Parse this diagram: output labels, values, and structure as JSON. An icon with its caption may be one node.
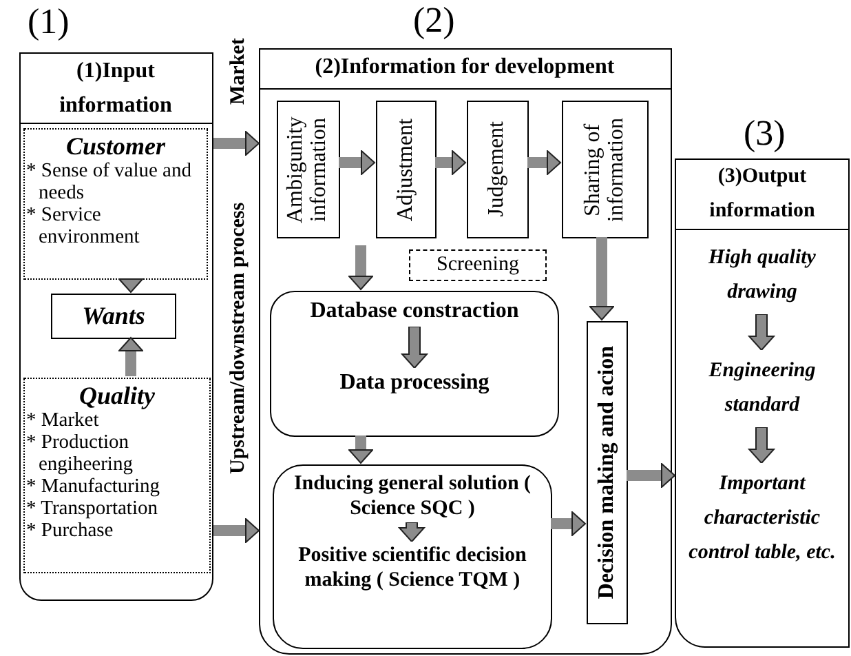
{
  "diagram": {
    "nodes": [
      {
        "text": [
          "(1)Input information"
        ],
        "beside": [
          "(1)"
        ]
      },
      {
        "text": [
          "Customer",
          "* Sense of value and needs",
          "* Service environment"
        ],
        "in": 0
      },
      {
        "text": [
          "Wants"
        ],
        "in": 0
      },
      {
        "text": [
          "Quality",
          "* Market",
          "* Production engiheering",
          "* Manufacturing",
          "* Transportation",
          "* Purchase"
        ],
        "in": 0
      },
      {
        "text": [
          "(2)Information for development"
        ],
        "beside": [
          "(2)"
        ]
      },
      {
        "text": [
          "Ambigunity information"
        ],
        "in": 4
      },
      {
        "text": [
          "Adjustment"
        ],
        "in": 4
      },
      {
        "text": [
          "Judgement"
        ],
        "in": 4
      },
      {
        "text": [
          "Sharing of information"
        ],
        "in": 4
      },
      {
        "text": [
          "Screening"
        ],
        "in": 4
      },
      {
        "text": [
          "Database constraction",
          "Data processing"
        ],
        "in": 4
      },
      {
        "text": [
          "Inducing general solution ( Science SQC )",
          "Positive scientific decision making ( Science TQM )"
        ],
        "in": 4
      },
      {
        "text": [
          "Decision making and acion"
        ],
        "in": 4
      },
      {
        "text": [
          "(3)Output information",
          "High quality drawing",
          "Engineering standard",
          "Important characteristic control table, etc."
        ],
        "beside": [
          "(3)"
        ]
      }
    ],
    "edges": [
      {
        "from": 1,
        "to": 2,
        "arrow": "to"
      },
      {
        "from": 3,
        "to": 2,
        "arrow": "to"
      },
      {
        "from": 0,
        "to": 4,
        "arrow": "to",
        "label": "Market"
      },
      {
        "from": 0,
        "to": 4,
        "arrow": "to",
        "label": "Upstream/downstream process"
      },
      {
        "from": 5,
        "to": 6,
        "arrow": "to"
      },
      {
        "from": 6,
        "to": 7,
        "arrow": "to"
      },
      {
        "from": 7,
        "to": 8,
        "arrow": "to"
      },
      {
        "from": null,
        "to": 10,
        "arrow": "to"
      },
      {
        "from": 8,
        "to": 12,
        "arrow": "to"
      },
      {
        "from": 10,
        "to": 11,
        "arrow": "to"
      },
      {
        "from": 11,
        "to": 12,
        "arrow": "to"
      },
      {
        "from": 12,
        "to": 13,
        "arrow": "to"
      }
    ]
  }
}
